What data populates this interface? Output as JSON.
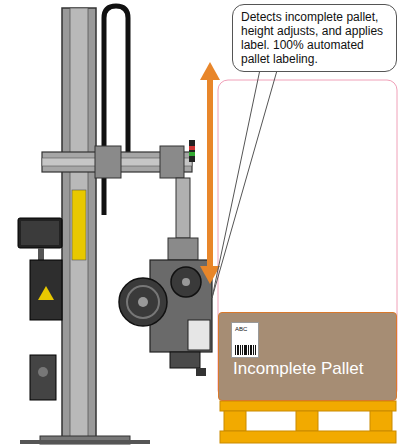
{
  "diagram": {
    "nodes": [
      {
        "text": [
          "Detects incomplete pallet, height adjusts, and applies label. 100% automated pallet labeling."
        ]
      },
      {
        "text": [
          "Incomplete Pallet"
        ]
      },
      {
        "text": [
          "ABC"
        ],
        "in": 1
      }
    ]
  }
}
